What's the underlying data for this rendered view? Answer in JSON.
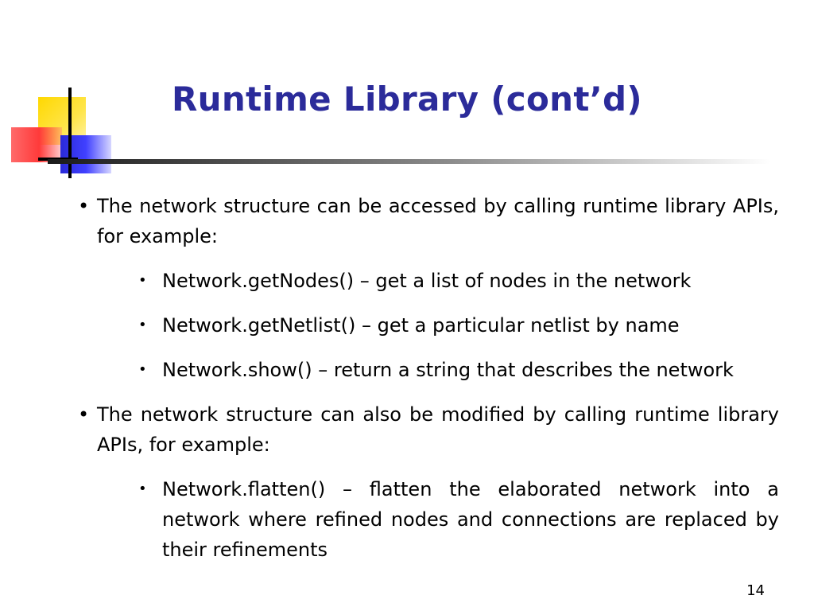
{
  "slide": {
    "title": "Runtime Library (cont’d)",
    "page_number": "14"
  },
  "bullets": [
    {
      "text": "The network structure can be accessed by calling runtime library APIs, for example:",
      "sub": [
        "Network.getNodes() – get a list of nodes in the network",
        "Network.getNetlist() – get a particular netlist by name",
        "Network.show() – return a string that describes the network"
      ]
    },
    {
      "text": "The network structure can also be modified by calling runtime library APIs, for example:",
      "sub": [
        "Network.flatten() – flatten the elaborated network into a network where refined nodes and connections are replaced by their refinements"
      ]
    }
  ],
  "bullet_glyph": "•"
}
